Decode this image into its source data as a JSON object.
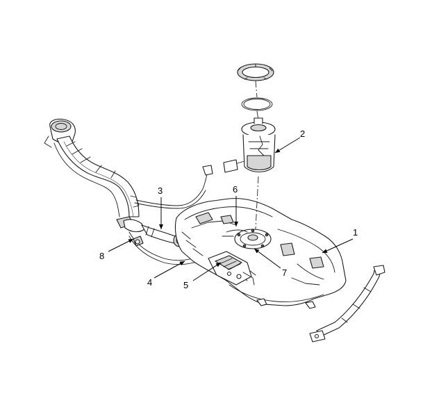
{
  "callouts": {
    "c1": "1",
    "c2": "2",
    "c3": "3",
    "c4": "4",
    "c5": "5",
    "c6": "6",
    "c7": "7",
    "c8": "8"
  },
  "colors": {
    "line": "#1a1a1a",
    "shade": "#d6d6d6",
    "background": "#ffffff"
  }
}
